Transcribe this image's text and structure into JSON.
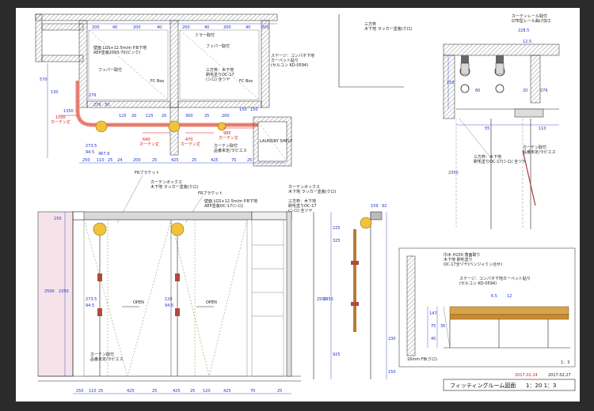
{
  "title_block": {
    "drawing_title": "フィッティングルーム図面",
    "scale": "1：20 1：3",
    "date_1": "2017.02.24",
    "date_2": "2017.02.27"
  },
  "plan": {
    "wall_note": "壁面 LGS+12.5m/m P.B下地\nAEP塗装2093-70(ピンク)",
    "fuppa_1": "フッパー取付",
    "fuppa_2": "フッパー取付",
    "mirror": "ミラー取付",
    "fc_box_1": "FC Box",
    "fc_box_2": "FC Box",
    "frame_note": "三方枠：木下地\n刷毛塗りOC-17\n(シロ) 全ツヤ",
    "stage_note": "ステージ：コンパネ下地\nカーペット貼り\n(セルコン KD-0594)",
    "curtain_note": "カーテン取付\n品番未定/ラビエス",
    "laundry": "LAUNDRY SHELF",
    "red_1500": "1500",
    "red_curtain_1": "カーテン丈",
    "red_640": "640",
    "red_470": "470",
    "red_995": "995",
    "red_curtain_2": "カーテン丈",
    "red_curtain_3": "カーテン丈",
    "red_curtain_4": "カーテン丈",
    "dims_top": [
      "200",
      "40",
      "200",
      "40",
      "200",
      "40",
      "200",
      "40",
      "200"
    ],
    "dims_bottom": [
      "250",
      "110",
      "25",
      "24",
      "200",
      "25",
      "425",
      "25",
      "425",
      "70",
      "25"
    ],
    "dims_left": [
      "570",
      "130",
      "273.5",
      "94.5",
      "467.9",
      "276",
      "1350"
    ],
    "dims_mid": [
      "276",
      "30",
      "125",
      "20",
      "125",
      "20",
      "300",
      "25",
      "200",
      "150",
      "150"
    ]
  },
  "elevation": {
    "fr_bracket_1": "FRブラケット",
    "fr_bracket_2": "FRブラケット",
    "curtain_box": "カーテンボックス\n木下地 ラッカー塗装(クロ)",
    "wall_note": "壁面 LGS+12.5m/m P.B下地\nAEP塗装OC-17(シロ)",
    "curtain_box_2": "カーテンボックス\n木下地 ラッカー塗装(クロ)",
    "frame_note": "三方枠：木下地\n刷毛塗りOC-17\n(シロ) 全ツヤ",
    "curtain_note": "カーテン取付\n品番未定/ラビエス",
    "open_1": "OPEN",
    "open_2": "OPEN",
    "dims_bottom": [
      "250",
      "110",
      "25",
      "425",
      "25",
      "425",
      "25",
      "120",
      "425",
      "70",
      "25"
    ],
    "dims_left": [
      "150",
      "2500",
      "2350",
      "273.5",
      "94.5",
      "120",
      "94.5"
    ],
    "dims_right": [
      "159",
      "92",
      "225",
      "325",
      "925",
      "2500",
      "2350",
      "230",
      "150"
    ]
  },
  "detail_rail": {
    "frame_note": "三方枠\n木下地 ラッカー塗装(クロ)",
    "rail_note": "カーテンレール取付\nGTE型レール曲げ加工",
    "d_228": "228.5",
    "d_12": "12.5",
    "d_150": "150",
    "d_55": "55",
    "d_110": "110",
    "d_80": "80",
    "d_20": "20",
    "d_276": "276",
    "d_2350": "2350",
    "frame_note_2": "三方枠：木下地\n刷毛塗りOC-17(シロ) 全ツヤ",
    "curtain_note": "カーテン取付\n品番未定/ラビエス"
  },
  "detail_stage": {
    "edge_note": "巾木 H150 角面取り\n木下地 刷毛塗り\nOC-17全ツヤ(ベンジャミン合せ)",
    "stage_note": "ステージ：コンパネ下地カーペット貼り\n(セルコン KD-0594)",
    "fb_note": "16mm FB(クロ)",
    "scale": "1：3",
    "d_147": "147",
    "d_75": "75",
    "d_35": "35",
    "d_45": "45",
    "d_6": "6.5",
    "d_12": "12"
  },
  "colors": {
    "sheet_bg": "#ffffff",
    "frame_bg": "#2b2b2b",
    "dimension": "#1a33c8",
    "redline": "#d81818",
    "bracket_yellow": "#f2c23a",
    "stage_wood": "#d8a24a"
  }
}
